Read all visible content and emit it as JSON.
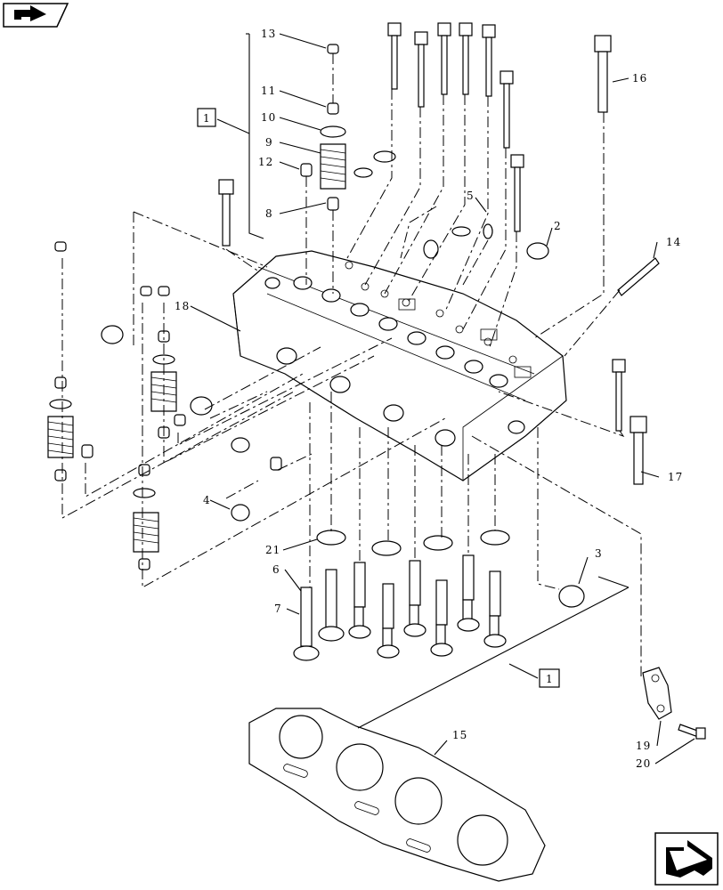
{
  "icons": {
    "top_left": "arrow-right-icon",
    "bottom_right": "arrow-down-left-icon"
  },
  "callouts": {
    "c1": "1",
    "c2": "2",
    "c3": "3",
    "c4": "4",
    "c5": "5",
    "c6": "6",
    "c7": "7",
    "c8": "8",
    "c9": "9",
    "c10": "10",
    "c11": "11",
    "c12": "12",
    "c13": "13",
    "c14": "14",
    "c15": "15",
    "c16": "16",
    "c17": "17",
    "c18": "18",
    "c19": "19",
    "c20": "20",
    "c21": "21"
  },
  "boxed_refs": {
    "top": "1",
    "bottom": "1"
  }
}
